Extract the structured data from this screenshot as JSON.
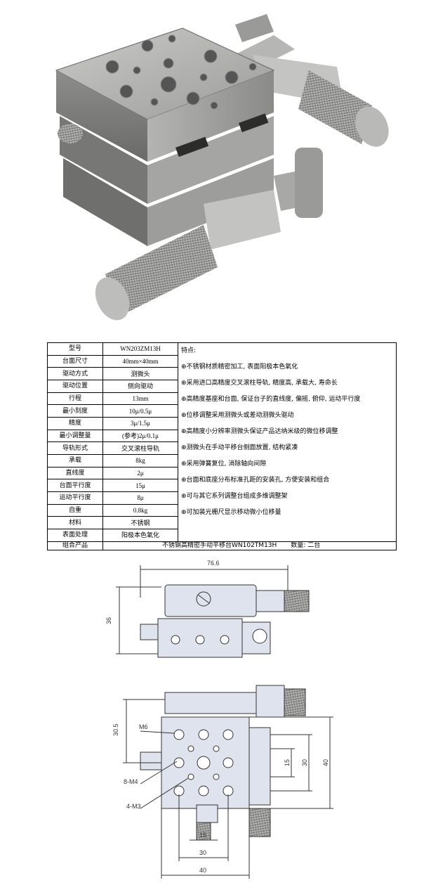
{
  "spec_table": {
    "rows": [
      {
        "label": "型号",
        "value": "WN203ZM13H"
      },
      {
        "label": "台面尺寸",
        "value": "40mm×40mm"
      },
      {
        "label": "驱动方式",
        "value": "测微头"
      },
      {
        "label": "驱动位置",
        "value": "侧向驱动"
      },
      {
        "label": "行程",
        "value": "13mm"
      },
      {
        "label": "最小刻度",
        "value": "10μ/0.5μ"
      },
      {
        "label": "精度",
        "value": "3μ/1.5μ"
      },
      {
        "label": "最小调整量",
        "value": "(参考)2μ/0.1μ"
      },
      {
        "label": "导轨形式",
        "value": "交叉滚柱导轨"
      },
      {
        "label": "承载",
        "value": "8kg"
      },
      {
        "label": "直线度",
        "value": "2μ"
      },
      {
        "label": "台面平行度",
        "value": "15μ"
      },
      {
        "label": "运动平行度",
        "value": "8μ"
      },
      {
        "label": "自重",
        "value": "0.8kg"
      },
      {
        "label": "材料",
        "value": "不锈钢"
      },
      {
        "label": "表面处理",
        "value": "阳极本色氧化"
      }
    ],
    "features_title": "特点:",
    "features": [
      "⊕不锈钢材质精密加工, 表面阳极本色氧化",
      "⊕采用进口高精度交叉滚柱导轨, 精度高, 承载大, 寿命长",
      "⊕高精度基座和台面, 保证台子的直线度, 偏摇, 俯仰, 运动平行度",
      "⊕位移调整采用测微头或差动测微头驱动",
      "⊕高精度小分辨率测微头保证产品达纳米级的微位移调整",
      "⊕测微头在手动平移台侧面放置, 结构紧凑",
      "⊕采用弹簧复位, 消除轴向间隙",
      "⊕台面和底座分布标准孔距的安装孔, 方便安装和组合",
      "⊕可与其它系列调整台组成多维调整架",
      "⊕可加装光栅尺显示移动微小位移量"
    ],
    "combo_label": "组合产品",
    "combo_value": "不锈钢高精密手动平移台WN102TM13H",
    "combo_qty": "数量: 二台"
  },
  "drawing_side": {
    "dim_width": "76.6",
    "dim_height": "36"
  },
  "drawing_top": {
    "dim_left": "30.5",
    "label_m6": "M6",
    "label_m4": "8-M4",
    "label_m3": "4-M3",
    "dim_15_right": "15",
    "dim_30_right": "30",
    "dim_40_right": "40",
    "dim_15_bottom": "15",
    "dim_30_bottom": "30",
    "dim_40_bottom": "40"
  },
  "colors": {
    "steel": "#a9aaa8",
    "steel_dark": "#6f706e",
    "drawing_fill": "#dfe3ee",
    "drawing_line": "#333333"
  }
}
